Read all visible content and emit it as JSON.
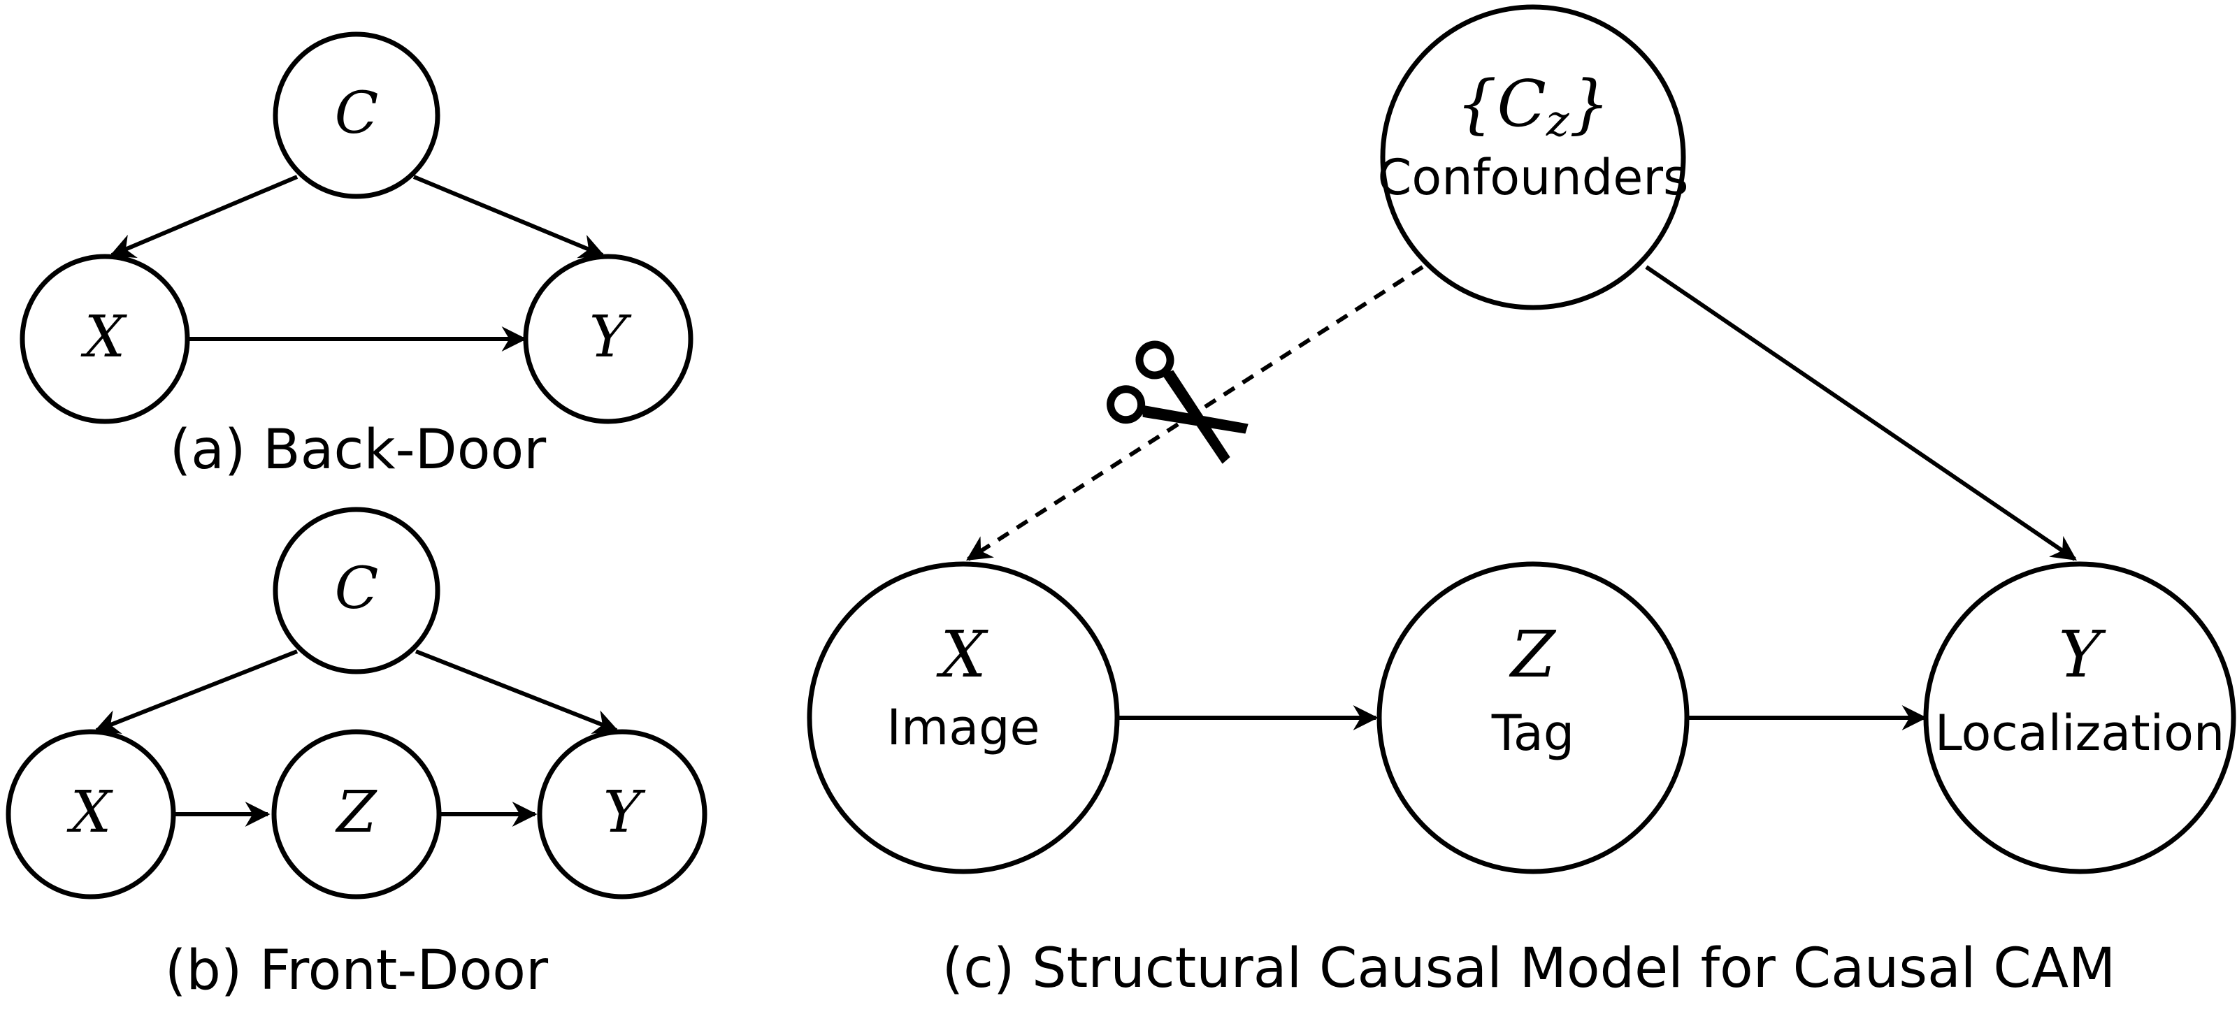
{
  "diagrams": {
    "a": {
      "caption": "(a) Back-Door",
      "nodes": {
        "C": "C",
        "X": "X",
        "Y": "Y"
      }
    },
    "b": {
      "caption": "(b) Front-Door",
      "nodes": {
        "C": "C",
        "X": "X",
        "Z": "Z",
        "Y": "Y"
      }
    },
    "c": {
      "caption": "(c) Structural Causal Model for Causal CAM",
      "nodes": {
        "confounders": {
          "symbol": "{C",
          "subscript": "z",
          "close": "}",
          "label": "Confounders"
        },
        "image": {
          "symbol": "X",
          "label": "Image"
        },
        "tag": {
          "symbol": "Z",
          "label": "Tag"
        },
        "localization": {
          "symbol": "Y",
          "label": "Localization"
        }
      },
      "cut_icon": "scissors-icon"
    }
  }
}
